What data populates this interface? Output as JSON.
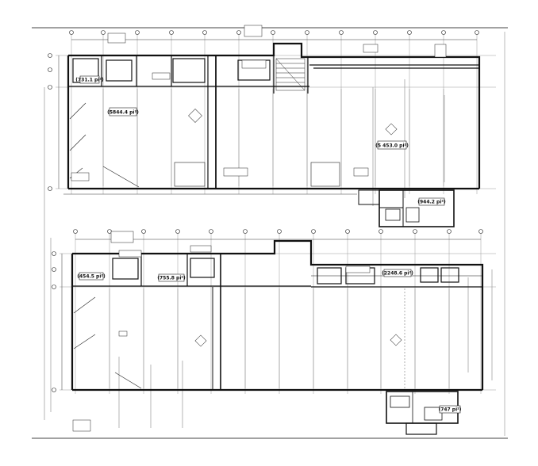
{
  "colors": {
    "wall": "#111111",
    "grid": "#9a9a9a",
    "ghost": "#d4d4d4",
    "paper": "#ffffff"
  },
  "plans": [
    {
      "id": "upper",
      "areas": [
        {
          "label": "(731.1 pi²)"
        },
        {
          "label": "(5844.4 pi²)"
        },
        {
          "label": "(5 453.0 pi²)"
        },
        {
          "label": "(944.2 pi²)"
        }
      ]
    },
    {
      "id": "lower",
      "areas": [
        {
          "label": "(454.5 pi²)"
        },
        {
          "label": "(755.8 pi²)"
        },
        {
          "label": "(2248.6 pi²)"
        },
        {
          "label": "(747 pi²)"
        }
      ]
    }
  ]
}
